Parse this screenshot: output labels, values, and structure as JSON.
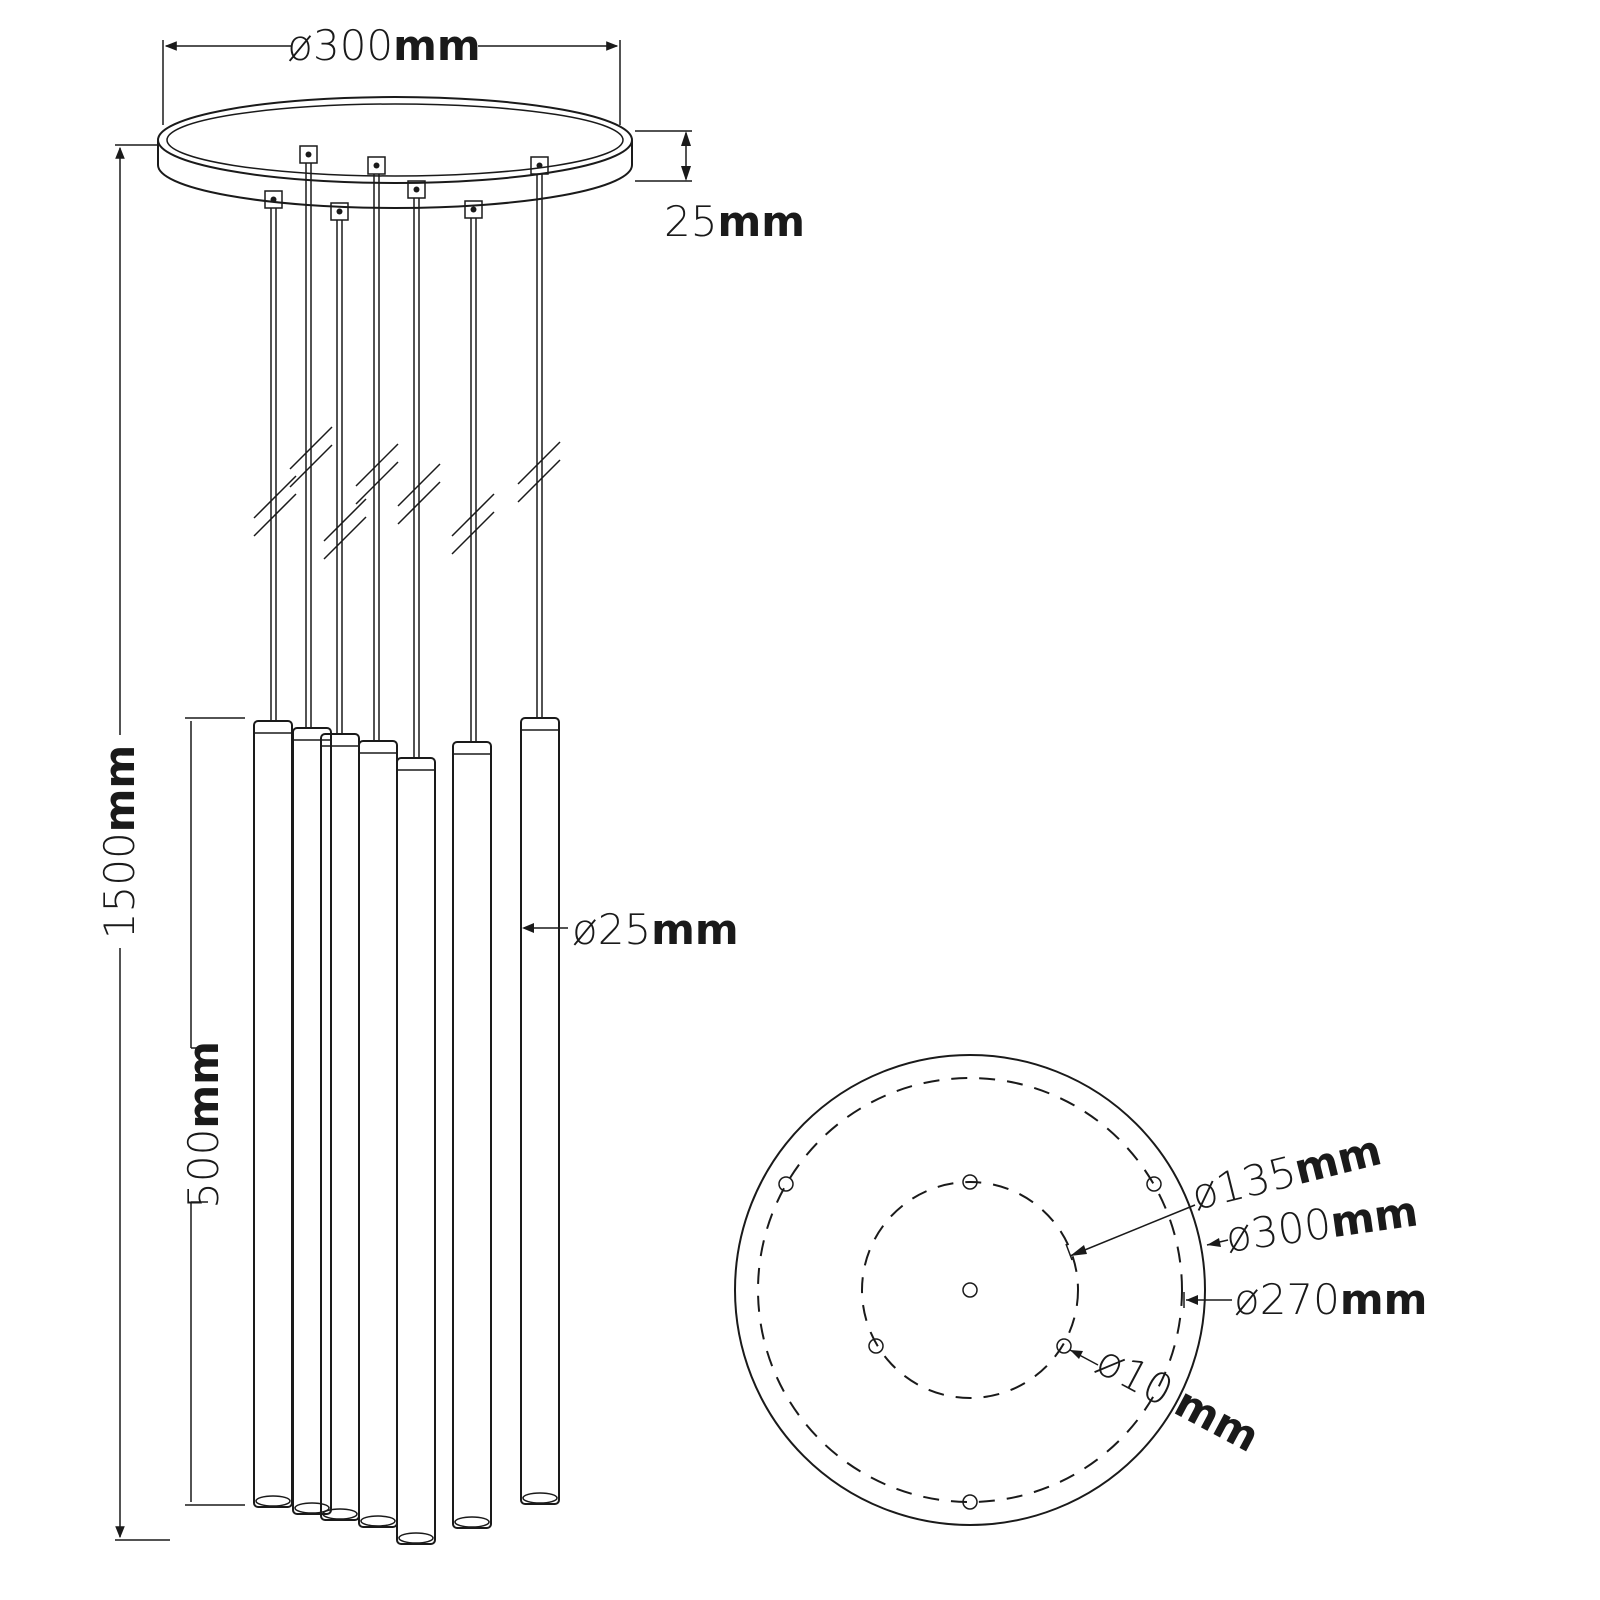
{
  "side_view": {
    "canopy_diameter": {
      "prefix": "ø300",
      "unit": "mm"
    },
    "canopy_height": {
      "prefix": "25",
      "unit": "mm"
    },
    "overall_height": {
      "prefix": "1500",
      "unit": "mm"
    },
    "tube_length": {
      "prefix": "500",
      "unit": "mm"
    },
    "tube_diameter": {
      "prefix": "ø25",
      "unit": "mm"
    }
  },
  "bottom_view": {
    "inner_circle": {
      "prefix": "ø135",
      "unit": "mm"
    },
    "outer_diameter": {
      "prefix": "ø300",
      "unit": "mm"
    },
    "mid_circle": {
      "prefix": "ø270",
      "unit": "mm"
    },
    "hole_diameter": {
      "prefix": "ø10",
      "unit": "mm"
    }
  }
}
